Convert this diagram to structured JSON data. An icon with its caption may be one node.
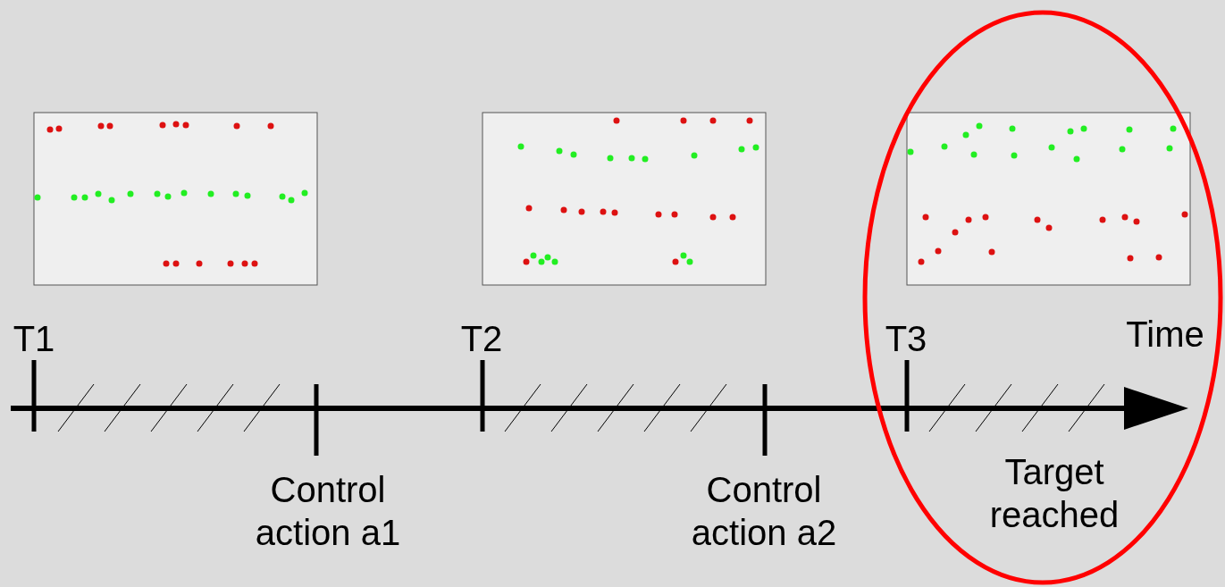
{
  "diagram": {
    "nodes": [
      {
        "text": [
          "Target reached"
        ]
      }
    ],
    "labels": [
      "T1",
      "T2",
      "T3",
      "Time",
      "Control action a1",
      "Control action a2"
    ]
  }
}
